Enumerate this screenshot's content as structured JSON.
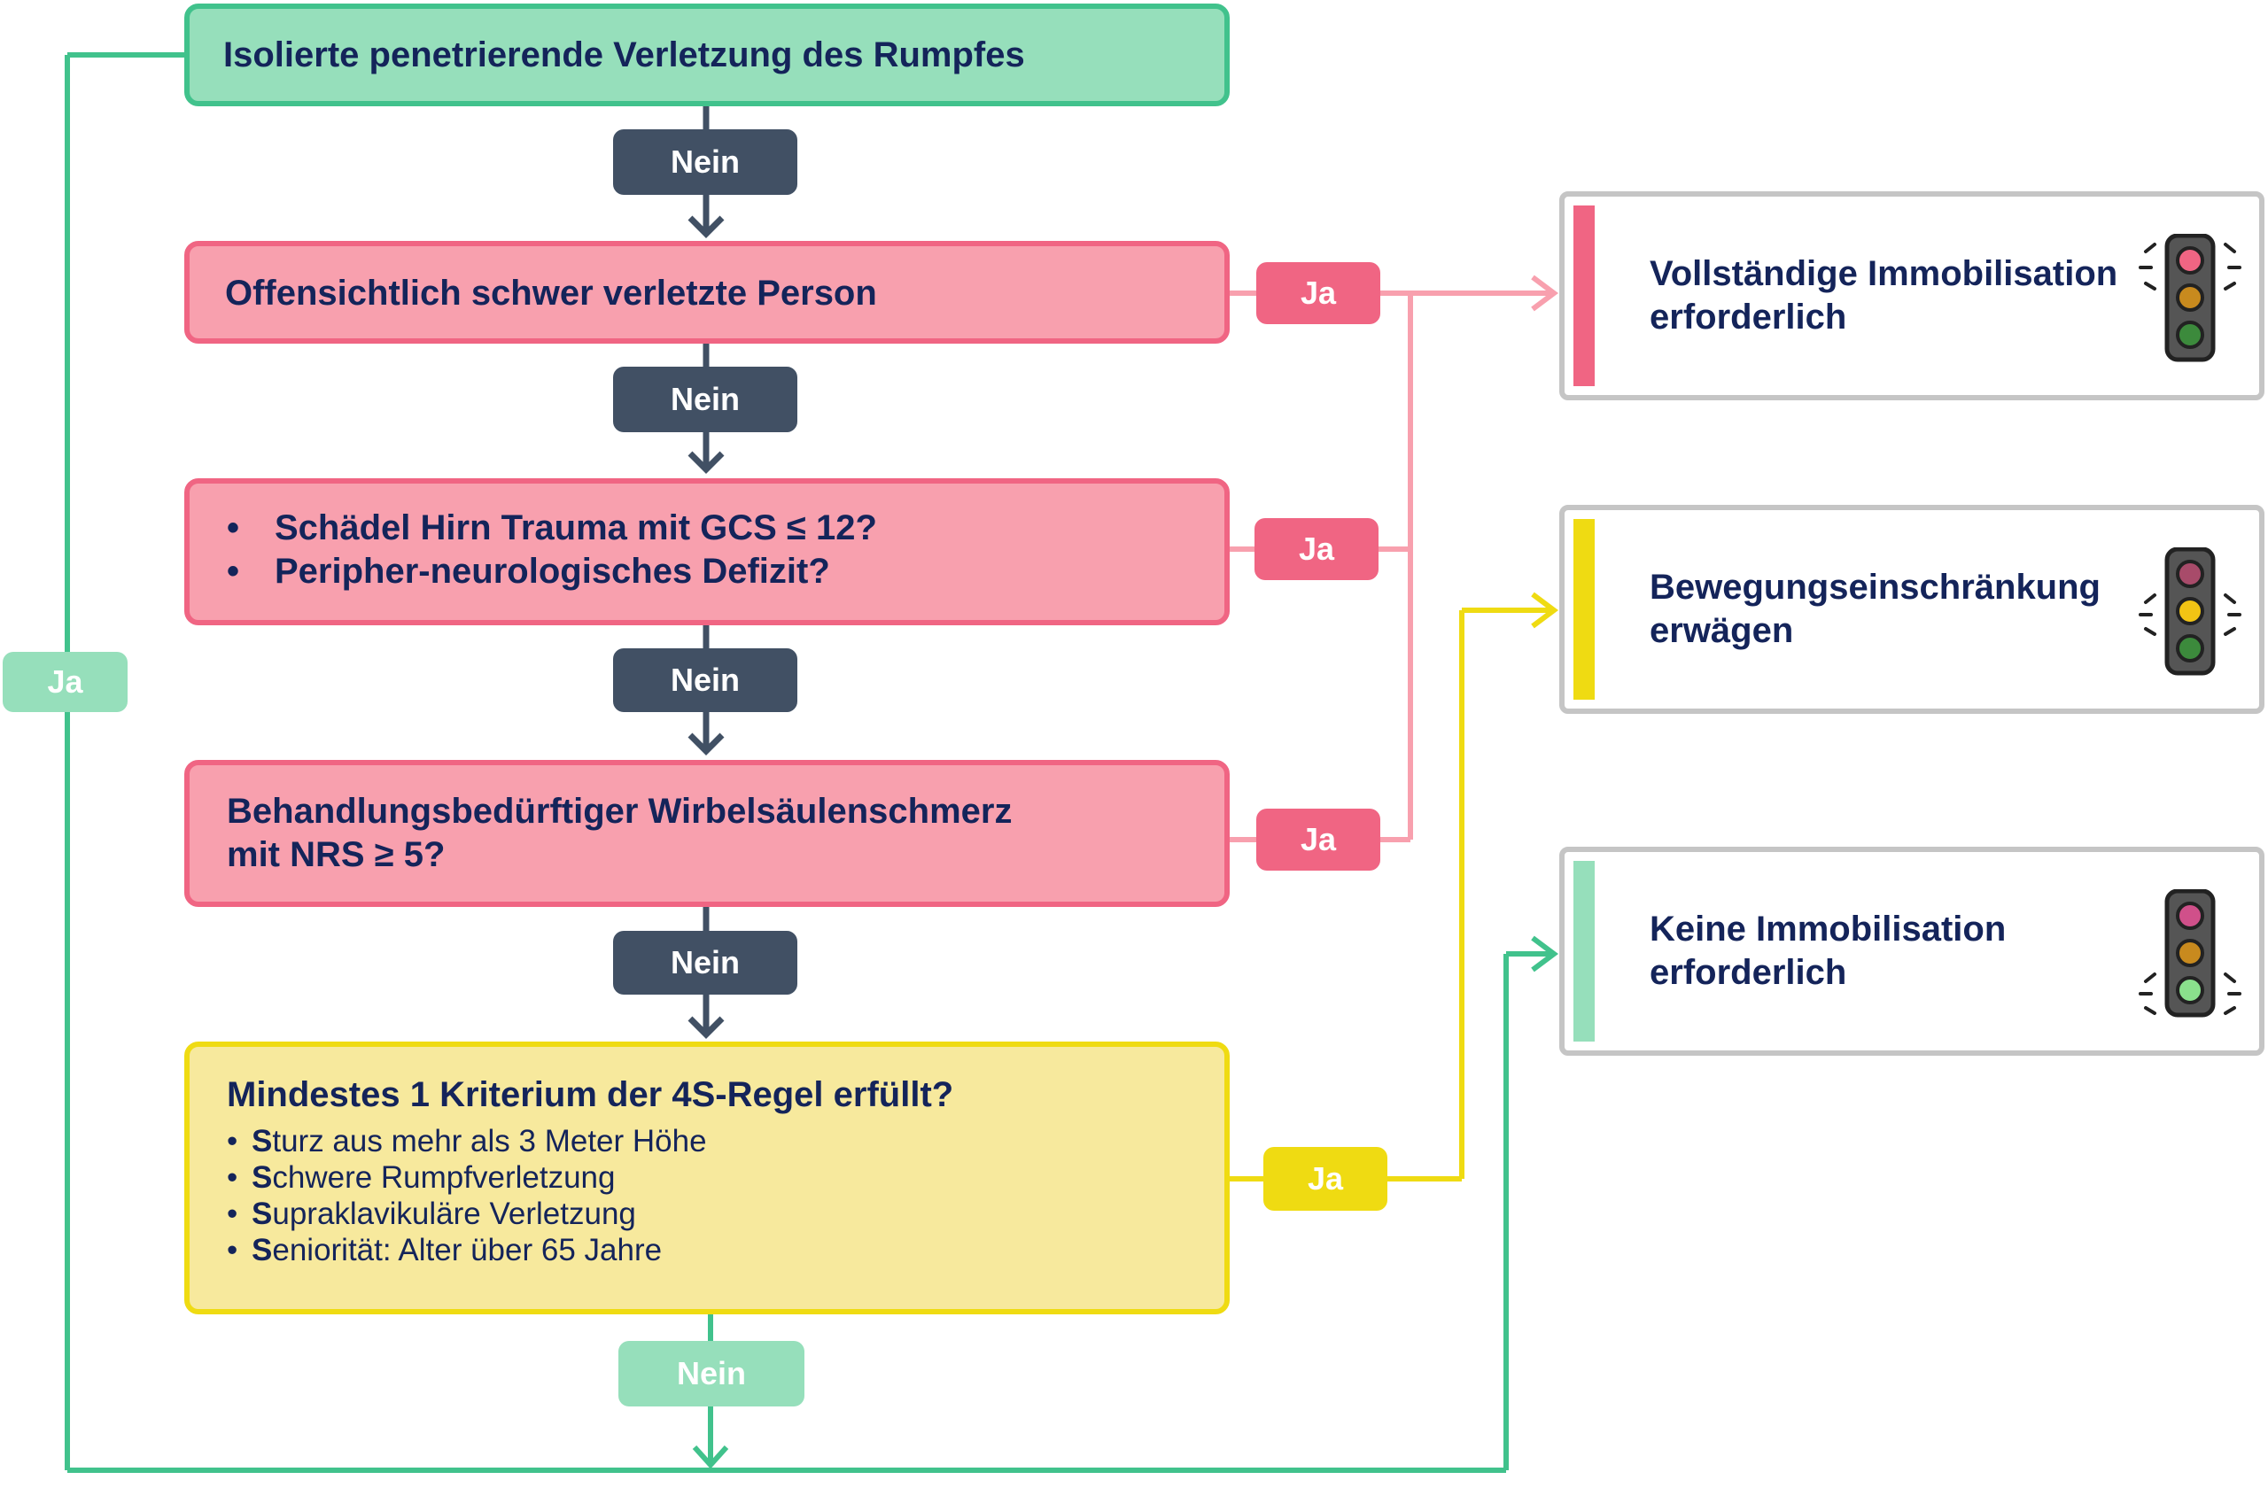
{
  "start": {
    "label": "Isolierte penetrierende Verletzung des Rumpfes"
  },
  "box_injured": {
    "label": "Offensichtlich schwer verletzte Person"
  },
  "box_neuro": {
    "items": [
      "Schädel Hirn Trauma mit GCS ≤ 12?",
      "Peripher-neurologisches Defizit?"
    ]
  },
  "box_spine": {
    "line1": "Behandlungsbedürftiger Wirbelsäulenschmerz",
    "line2": "mit NRS ≥ 5?"
  },
  "box_4s": {
    "title": "Mindestes 1 Kriterium der 4S-Regel erfüllt?",
    "items": [
      {
        "lead": "S",
        "rest": "turz aus mehr als 3 Meter Höhe"
      },
      {
        "lead": "S",
        "rest": "chwere Rumpfverletzung"
      },
      {
        "lead": "S",
        "rest": "upraklavikuläre Verletzung"
      },
      {
        "lead": "S",
        "rest": "eniorität: Alter über 65 Jahre"
      }
    ]
  },
  "labels": {
    "no": "Nein",
    "yes": "Ja"
  },
  "results": [
    {
      "line1": "Vollständige Immobilisation",
      "line2": "erforderlich",
      "active_light": "red",
      "color": "#f06583"
    },
    {
      "line1": "Bewegungseinschränkung",
      "line2": "erwägen",
      "active_light": "yellow",
      "color": "#efdb12"
    },
    {
      "line1": "Keine Immobilisation",
      "line2": "erforderlich",
      "active_light": "green",
      "color": "#96dfbb"
    }
  ],
  "colors": {
    "green": "#41c28c",
    "green_light": "#96dfbb",
    "pink": "#f06583",
    "pink_light": "#f8a0ae",
    "yellow": "#efdb12",
    "yellow_light": "#f7e99d",
    "slate": "#415064",
    "text": "#14245a",
    "gray_border": "#c5c5c5"
  },
  "icons": [
    "traffic-light-icon"
  ]
}
